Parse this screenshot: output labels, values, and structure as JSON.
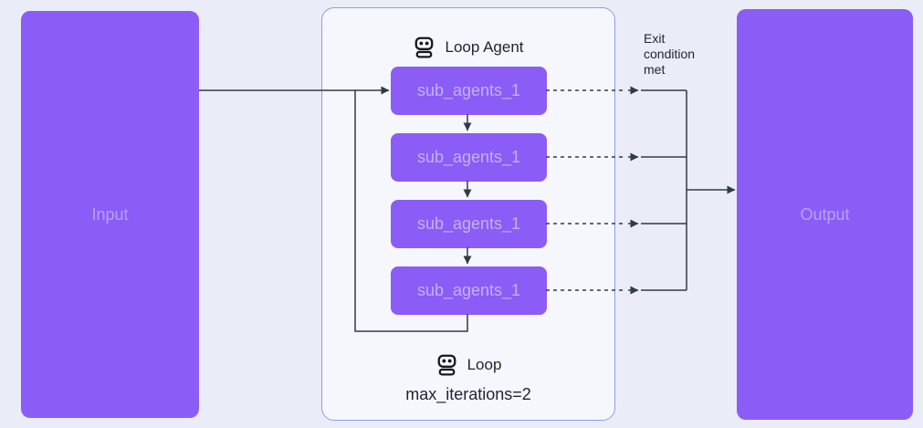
{
  "diagram": {
    "input_label": "Input",
    "output_label": "Output",
    "exit_condition_label": "Exit condition met",
    "loop_agent": {
      "title": "Loop Agent",
      "title_icon": "robot-icon",
      "footer_label": "Loop",
      "footer_icon": "robot-icon",
      "max_iterations_label": "max_iterations=2",
      "sub_agents": [
        {
          "label": "sub_agents_1"
        },
        {
          "label": "sub_agents_1"
        },
        {
          "label": "sub_agents_1"
        },
        {
          "label": "sub_agents_1"
        }
      ]
    },
    "colors": {
      "accent_purple": "#8b5cf6",
      "sub_box_text": "#c3b1f8",
      "io_box_text": "#b7a3f2",
      "page_background": "#eaedf8",
      "container_background": "#f5f7fd",
      "container_border": "#8f9ce6",
      "connector_line": "#333a45",
      "dark_text": "#1e2430"
    }
  }
}
